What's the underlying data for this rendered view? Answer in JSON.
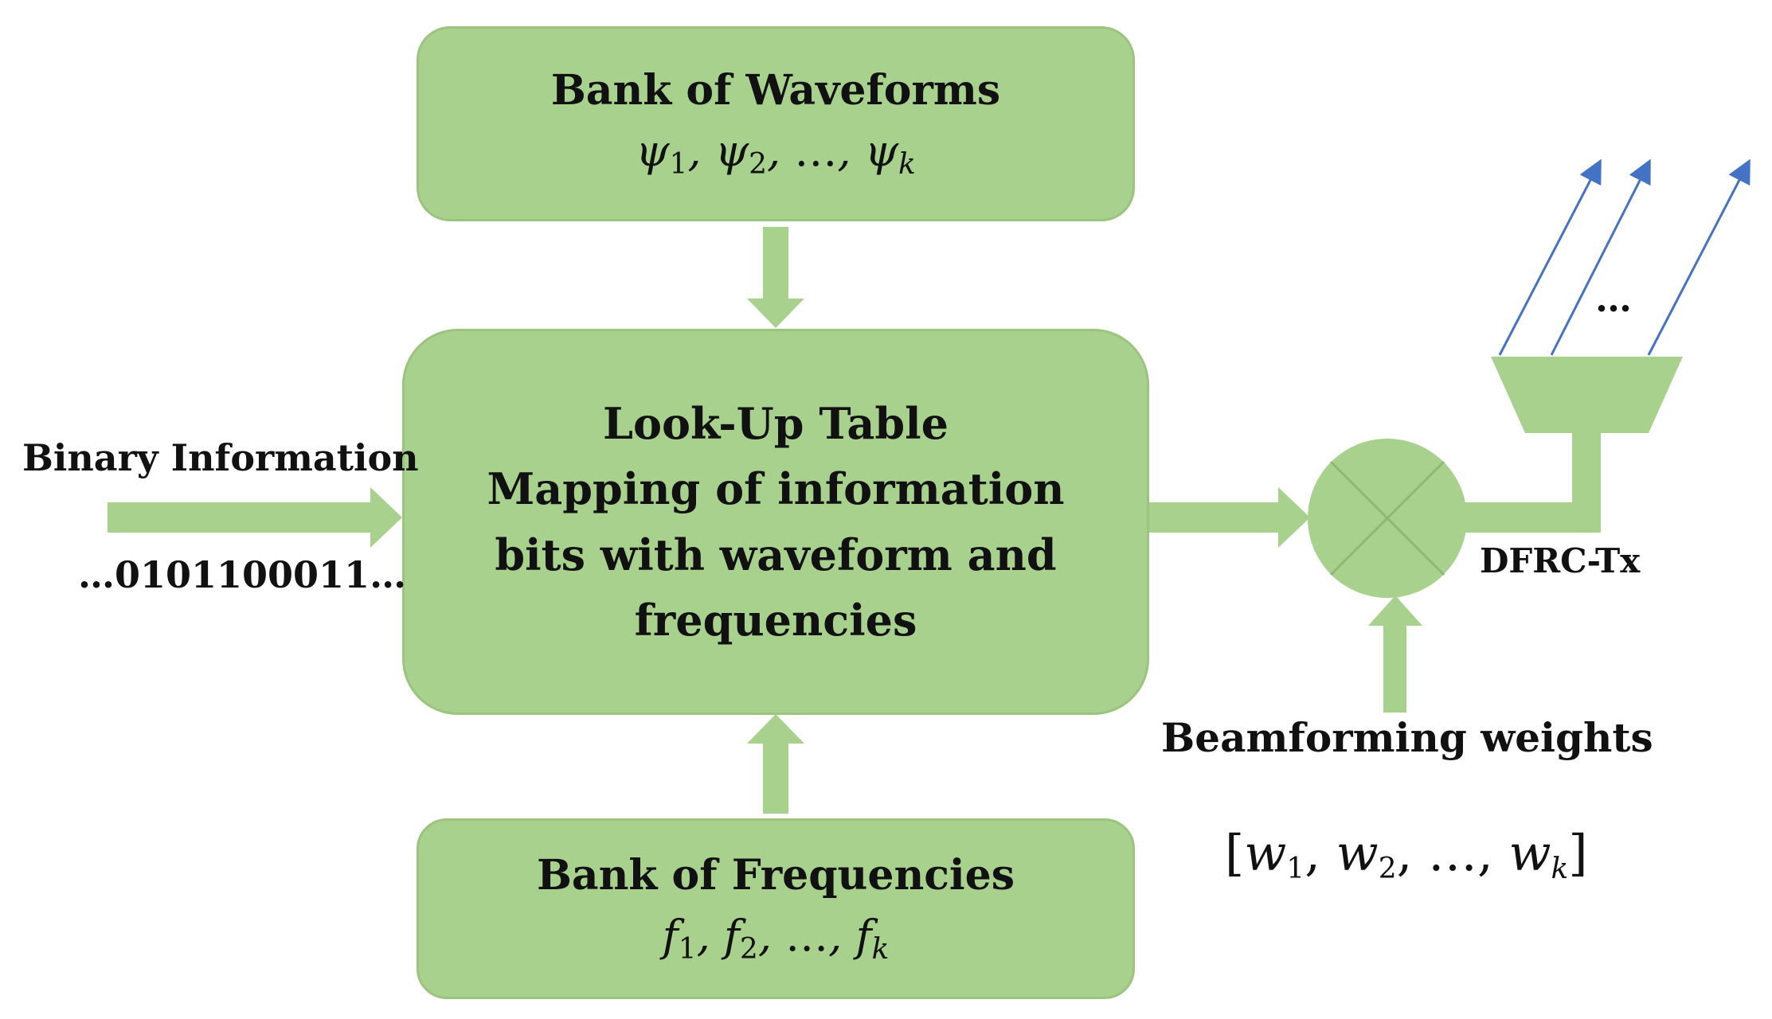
{
  "waveform_bank": {
    "title": "Bank of Waveforms",
    "symbol": "ψ",
    "subscripts": [
      "1",
      "2",
      "k"
    ],
    "separator": ", ",
    "ellipsis": "…"
  },
  "lookup_table": {
    "lines": [
      "Look-Up Table",
      "Mapping of information",
      "bits with waveform and",
      "frequencies"
    ]
  },
  "frequency_bank": {
    "title": "Bank of Frequencies",
    "symbol": "f",
    "subscripts": [
      "1",
      "2",
      "k"
    ],
    "separator": ", ",
    "ellipsis": "…"
  },
  "input": {
    "label": "Binary Information",
    "bits": "…0101100011…"
  },
  "weights": {
    "label": "Beamforming weights",
    "open_bracket": "[",
    "close_bracket": "]",
    "symbol": "w",
    "subscripts": [
      "1",
      "2",
      "k"
    ],
    "separator": ", ",
    "ellipsis": "…"
  },
  "transmitter": {
    "label": "DFRC-Tx",
    "beam_ellipsis": "…"
  },
  "colors": {
    "block_fill": "#a9d18e",
    "block_border": "#9cc47f",
    "beam_arrows": "#4472c4",
    "text": "#111111"
  }
}
